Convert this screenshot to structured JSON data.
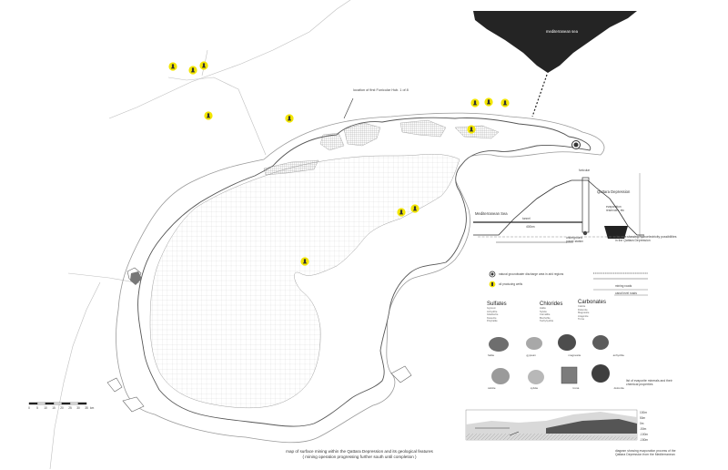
{
  "title_label": "location of first Funicular Hub. 1 of 8",
  "sea_label": "mediterranean sea",
  "map_caption": [
    "map of surface mining within the Qattara Depression and its geological features",
    "( mining operation progressing further south until completion )"
  ],
  "scale_bar": {
    "ticks": [
      "0",
      "5",
      "10",
      "15",
      "20",
      "25",
      "30",
      "35"
    ],
    "unit": "km"
  },
  "section": {
    "left_label": "Mediterranean Sea",
    "right_label": "Qattara Depression",
    "top_label": "funicular",
    "right_note": [
      "evaporation",
      "reservoirs, etc"
    ],
    "mid_labels": [
      "tunnel",
      "400km",
      "underground",
      "power station"
    ],
    "caption": [
      "diagram showing hydroelectricity possibilities",
      "in the Qattara Depression"
    ]
  },
  "legend": [
    {
      "icon": "spring-icon",
      "label": "natural groundwater discharge area in arid regions"
    },
    {
      "icon": "mine-icon",
      "label": "oil producing wells"
    }
  ],
  "legend_right": [
    "mining roads",
    "canal level roads"
  ],
  "minerals": {
    "columns": [
      {
        "title": "Sulfates",
        "items": [
          "Gypsum",
          "Anhydrite",
          "Glauberite",
          "Kieserite",
          "Polyhalite"
        ]
      },
      {
        "title": "Chlorides",
        "items": [
          "Halite",
          "Sylvite",
          "Carnallite",
          "Bischofite",
          "Tachyhydrite"
        ]
      },
      {
        "title": "Carbonates",
        "items": [
          "Calcite",
          "Dolomite",
          "Magnesite",
          "Aragonite",
          "Trona"
        ]
      }
    ],
    "row1": [
      "halite",
      "gypsum",
      "magnesite",
      "anhydrite"
    ],
    "row2": [
      "calcite",
      "sylvite",
      "trona",
      "dolomite"
    ],
    "caption": [
      "list of evaporite minerals and their",
      "chemical properties"
    ]
  },
  "profile": {
    "caption": [
      "diagram showing evaporation process of the",
      "Qattara Depression from the Mediterranean"
    ],
    "scale": [
      "100m",
      "50m",
      "0m",
      "-50m",
      "-100m",
      "-150m"
    ]
  }
}
